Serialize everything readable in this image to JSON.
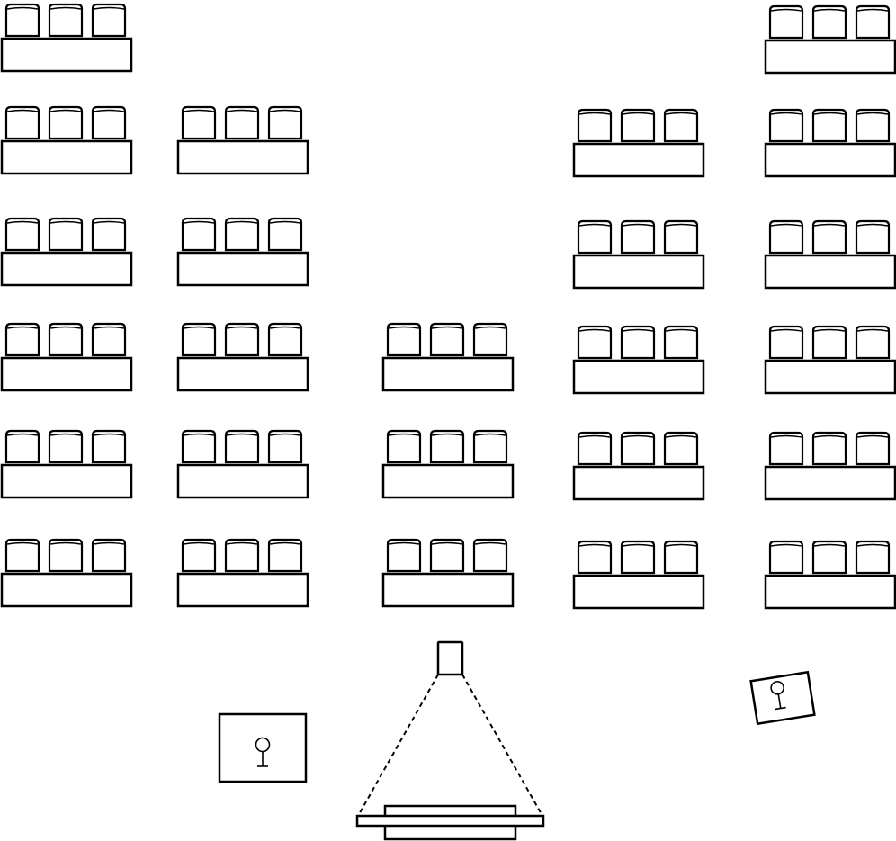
{
  "layout_kind": "classroom-floor-plan",
  "colors": {
    "line": "#000000",
    "background": "#ffffff"
  },
  "desks": {
    "seats_per_desk": 3,
    "columns": [
      {
        "id": "col-1",
        "rows": [
          "r1",
          "r2",
          "r3",
          "r4",
          "r5",
          "r6"
        ]
      },
      {
        "id": "col-2",
        "rows": [
          "r2",
          "r3",
          "r4",
          "r5",
          "r6"
        ]
      },
      {
        "id": "col-3",
        "rows": [
          "r4",
          "r5",
          "r6"
        ]
      },
      {
        "id": "col-4",
        "rows": [
          "r2",
          "r3",
          "r4",
          "r5",
          "r6"
        ]
      },
      {
        "id": "col-5",
        "rows": [
          "r1",
          "r2",
          "r3",
          "r4",
          "r5",
          "r6"
        ]
      }
    ],
    "total_desks": 25,
    "total_seats": 75
  },
  "front_area": {
    "projector": {
      "icon": "projector-icon",
      "beam_style": "dashed"
    },
    "screen": {
      "icon": "projection-screen-icon"
    },
    "lectern_left": {
      "icon": "lectern-microphone-icon"
    },
    "lectern_right": {
      "icon": "lectern-microphone-icon",
      "rotated": true
    }
  }
}
